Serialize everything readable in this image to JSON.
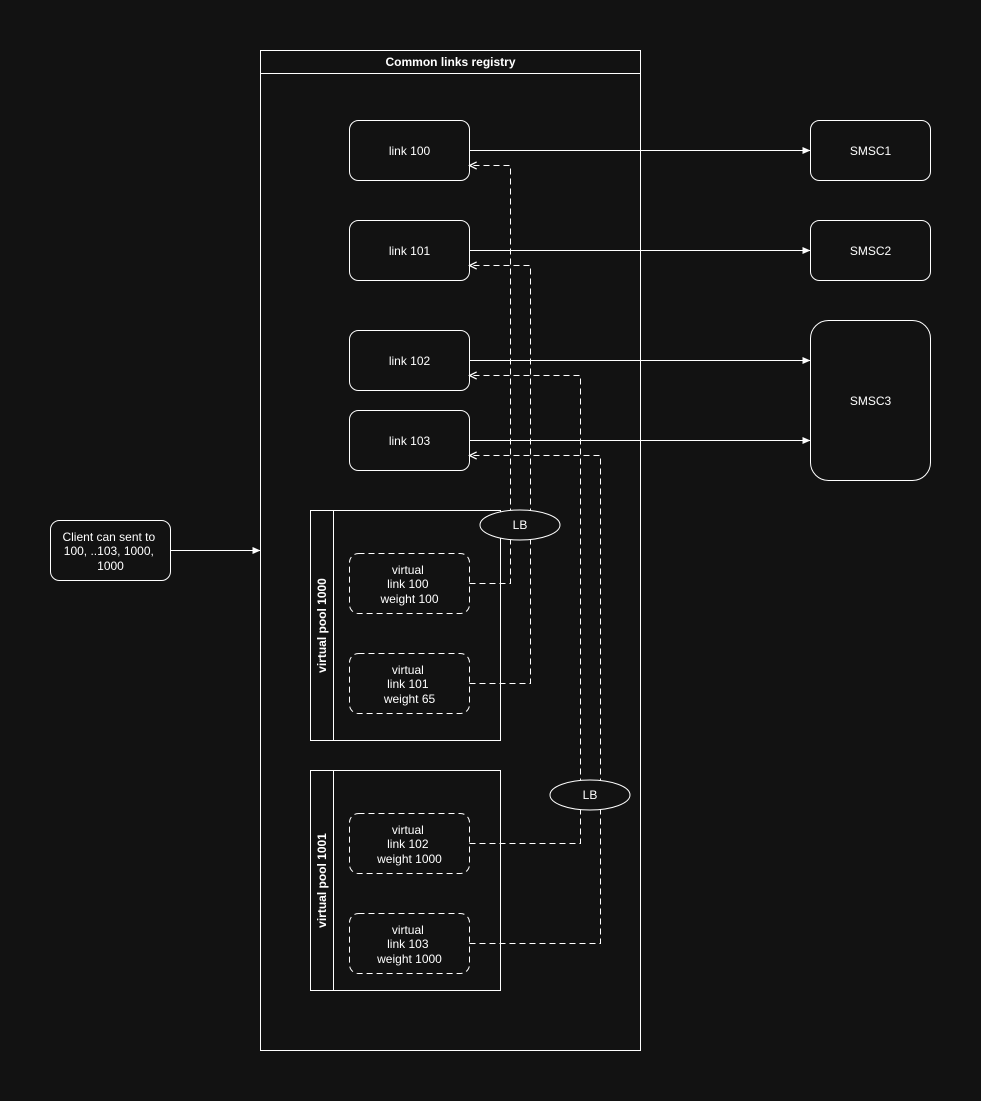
{
  "registry": {
    "title": "Common links registry"
  },
  "client": {
    "lines": [
      "Client can sent to",
      "100, ..103, 1000,",
      "1000"
    ]
  },
  "links": [
    {
      "label": "link 100"
    },
    {
      "label": "link 101"
    },
    {
      "label": "link 102"
    },
    {
      "label": "link 103"
    }
  ],
  "smscs": [
    {
      "label": "SMSC1"
    },
    {
      "label": "SMSC2"
    },
    {
      "label": "SMSC3"
    }
  ],
  "pools": [
    {
      "title": "virtual pool 1000",
      "lb_label": "LB",
      "virtual_links": [
        {
          "lines": [
            "virtual",
            "link 100",
            "weight 100"
          ]
        },
        {
          "lines": [
            "virtual",
            "link 101",
            "weight 65"
          ]
        }
      ]
    },
    {
      "title": "virtual pool 1001",
      "lb_label": "LB",
      "virtual_links": [
        {
          "lines": [
            "virtual",
            "link 102",
            "weight 1000"
          ]
        },
        {
          "lines": [
            "virtual",
            "link 103",
            "weight 1000"
          ]
        }
      ]
    }
  ]
}
